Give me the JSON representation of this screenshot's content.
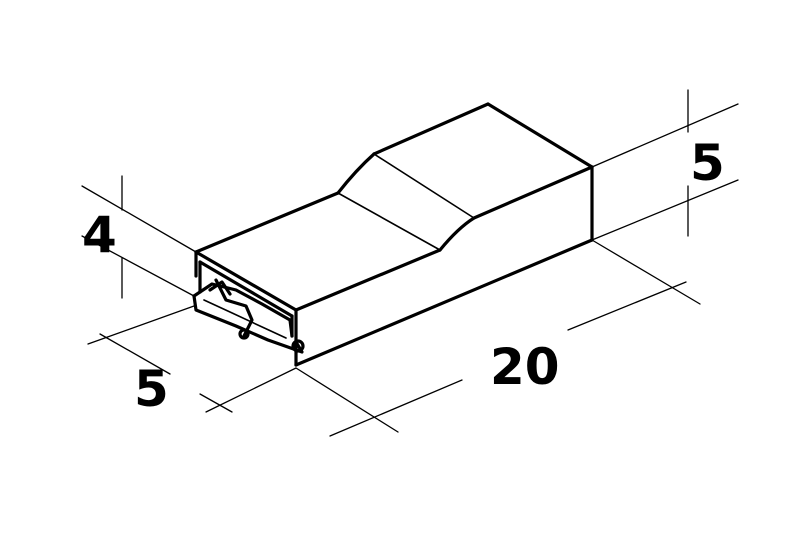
{
  "dimensions": {
    "height_front": "4",
    "width_front": "5",
    "length": "20",
    "height_rear": "5"
  },
  "colors": {
    "line": "#000000",
    "background": "#ffffff"
  }
}
